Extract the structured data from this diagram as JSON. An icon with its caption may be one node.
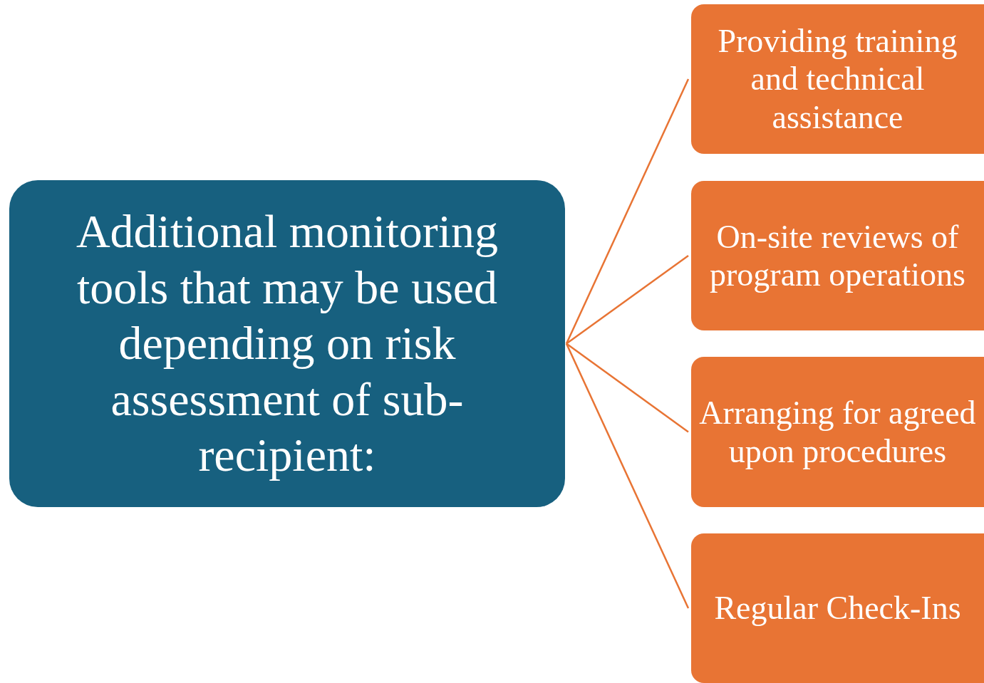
{
  "diagram": {
    "nodes": [
      {
        "text": [
          "Additional monitoring tools that may be used depending on risk assessment of sub-recipient:"
        ]
      },
      {
        "text": [
          "Providing training and technical assistance"
        ]
      },
      {
        "text": [
          "On-site reviews of program operations"
        ]
      },
      {
        "text": [
          "Arranging for agreed upon procedures"
        ]
      },
      {
        "text": [
          "Regular Check-Ins"
        ]
      }
    ],
    "edges": [
      {
        "from": 0,
        "to": 1,
        "arrow": "none"
      },
      {
        "from": 0,
        "to": 2,
        "arrow": "none"
      },
      {
        "from": 0,
        "to": 3,
        "arrow": "none"
      },
      {
        "from": 0,
        "to": 4,
        "arrow": "none"
      }
    ]
  }
}
